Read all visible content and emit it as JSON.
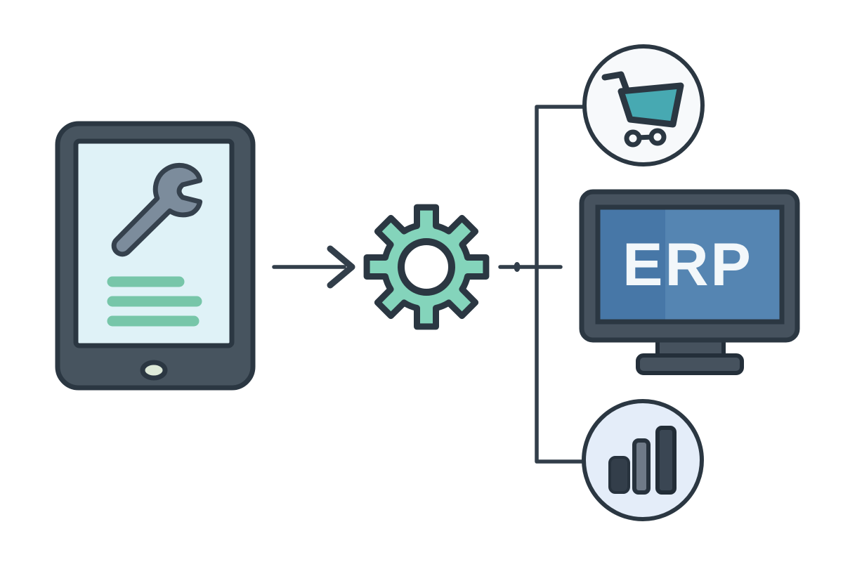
{
  "diagram": {
    "description": "tablet-with-wrench feeding a gear process that connects to shopping-cart, ERP system and bar-chart outputs",
    "monitor_label": "ERP",
    "nodes": {
      "source": "tablet-with-wrench",
      "process": "gear",
      "outputs": [
        "shopping-cart",
        "erp-monitor",
        "bar-chart"
      ]
    },
    "colors": {
      "outline": "#2b3742",
      "tablet_body": "#47545f",
      "tablet_screen": "#dff2f7",
      "wrench_gray": "#7c8c9c",
      "line_green": "#77c6a9",
      "home_button": "#dde9d8",
      "gear_teal": "#84d4bb",
      "gear_hole": "#ffffff",
      "circle_white": "#f7f9fb",
      "cart_teal": "#47a9b2",
      "monitor_frame": "#46525e",
      "monitor_blue_left": "#4777a7",
      "monitor_blue_right": "#5585b2",
      "chart_circle_blue": "#e4edf9",
      "bar_dark": "#333e4a",
      "bar_gray": "#6f7a88",
      "bar_tall": "#3a4653"
    }
  }
}
